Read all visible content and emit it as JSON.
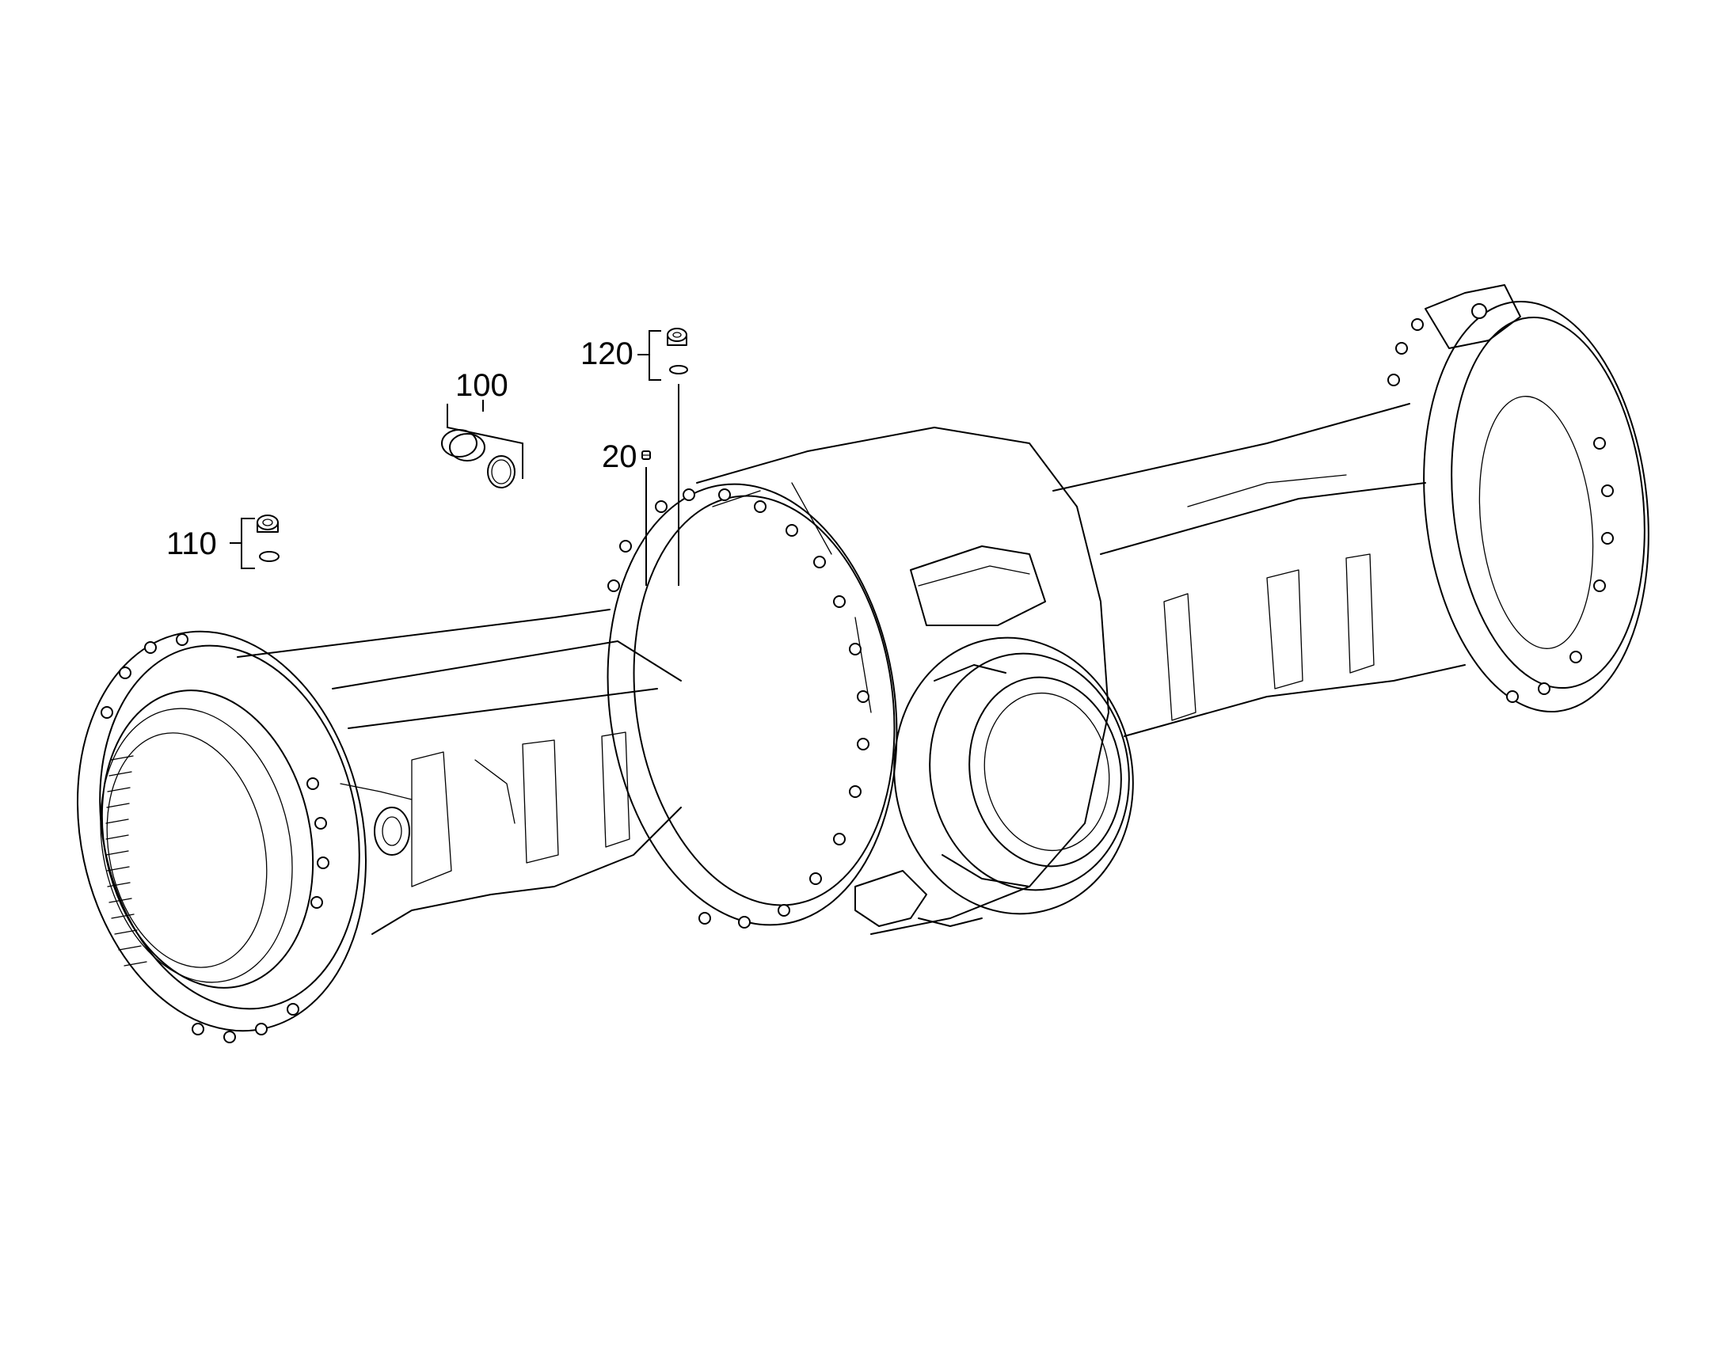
{
  "diagram": {
    "type": "exploded parts diagram",
    "callouts": [
      {
        "id": "c100",
        "label": "100"
      },
      {
        "id": "c110",
        "label": "110"
      },
      {
        "id": "c120",
        "label": "120"
      },
      {
        "id": "c20",
        "label": "20"
      }
    ],
    "line_color": "#000000",
    "background": "#ffffff"
  }
}
